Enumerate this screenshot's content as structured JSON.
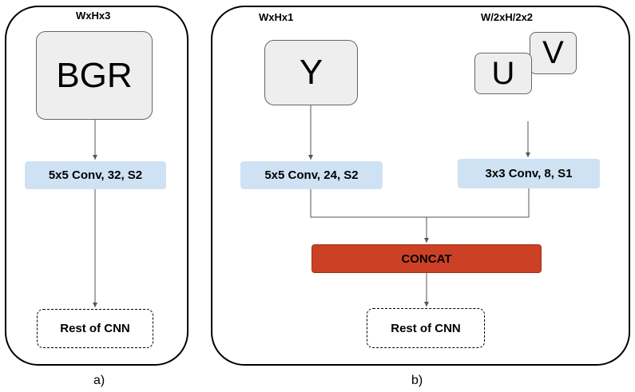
{
  "panel_a": {
    "dims_label": "WxHx3",
    "input_label": "BGR",
    "conv_label": "5x5 Conv, 32, S2",
    "rest_label": "Rest of CNN",
    "caption": "a)"
  },
  "panel_b": {
    "y_dims_label": "WxHx1",
    "y_input_label": "Y",
    "uv_dims_label": "W/2xH/2x2",
    "u_input_label": "U",
    "v_input_label": "V",
    "y_conv_label": "5x5 Conv, 24, S2",
    "uv_conv_label": "3x3 Conv, 8, S1",
    "concat_label": "CONCAT",
    "rest_label": "Rest of CNN",
    "caption": "b)"
  },
  "colors": {
    "conv_fill": "#cfe2f3",
    "concat_fill": "#cc4125",
    "input_fill": "#eeeeee"
  }
}
